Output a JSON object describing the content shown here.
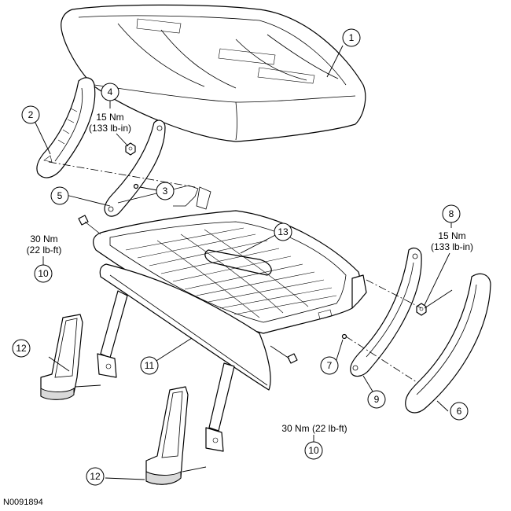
{
  "figure_id": "N0091894",
  "callouts": {
    "c1": "1",
    "c2": "2",
    "c3": "3",
    "c4": "4",
    "c5": "5",
    "c6": "6",
    "c7": "7",
    "c8": "8",
    "c9": "9",
    "c10a": "10",
    "c10b": "10",
    "c11": "11",
    "c12a": "12",
    "c12b": "12",
    "c13": "13"
  },
  "torques": {
    "t4_nm": "15 Nm",
    "t4_imp": "(133 lb-in)",
    "t8_nm": "15 Nm",
    "t8_imp": "(133 lb-in)",
    "t10a_nm": "30 Nm",
    "t10a_imp": "(22 lb-ft)",
    "t10b": "30 Nm (22 lb-ft)"
  }
}
